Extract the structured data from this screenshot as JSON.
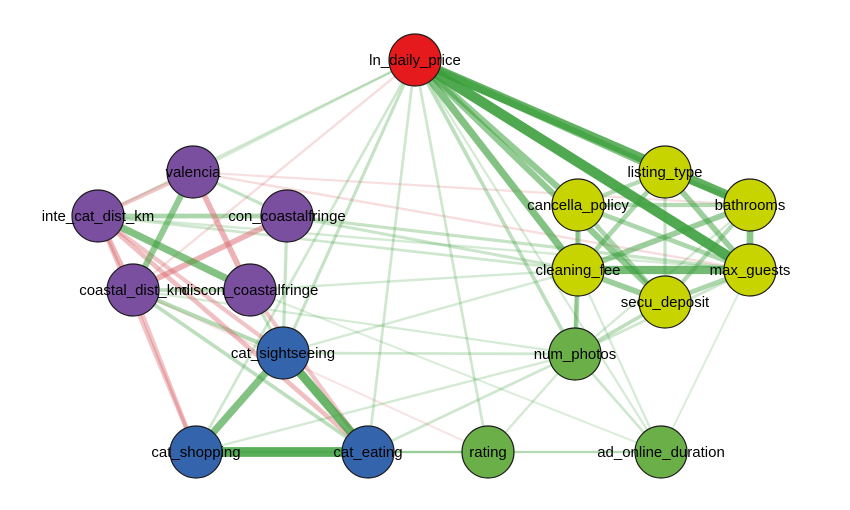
{
  "nodes": [
    {
      "id": "ln_daily_price",
      "label": "ln_daily_price",
      "group": "price"
    },
    {
      "id": "valencia",
      "label": "valencia",
      "group": "location"
    },
    {
      "id": "inte_cat_dist_km",
      "label": "inte_cat_dist_km",
      "group": "location"
    },
    {
      "id": "con_coastalfringe",
      "label": "con_coastalfringe",
      "group": "location"
    },
    {
      "id": "coastal_dist_km",
      "label": "coastal_dist_km",
      "group": "location"
    },
    {
      "id": "discon_coastalfringe",
      "label": "discon_coastalfringe",
      "group": "location"
    },
    {
      "id": "cat_sightseeing",
      "label": "cat_sightseeing",
      "group": "amenity"
    },
    {
      "id": "cat_shopping",
      "label": "cat_shopping",
      "group": "amenity"
    },
    {
      "id": "cat_eating",
      "label": "cat_eating",
      "group": "amenity"
    },
    {
      "id": "rating",
      "label": "rating",
      "group": "host"
    },
    {
      "id": "ad_online_duration",
      "label": "ad_online_duration",
      "group": "host"
    },
    {
      "id": "num_photos",
      "label": "num_photos",
      "group": "host"
    },
    {
      "id": "listing_type",
      "label": "listing_type",
      "group": "property"
    },
    {
      "id": "cancella_policy",
      "label": "cancella_policy",
      "group": "property"
    },
    {
      "id": "bathrooms",
      "label": "bathrooms",
      "group": "property"
    },
    {
      "id": "cleaning_fee",
      "label": "cleaning_fee",
      "group": "property"
    },
    {
      "id": "max_guests",
      "label": "max_guests",
      "group": "property"
    },
    {
      "id": "secu_deposit",
      "label": "secu_deposit",
      "group": "property"
    }
  ],
  "group_colors": {
    "price": "#e41a1c",
    "location": "#7b4fa0",
    "amenity": "#3465ac",
    "host": "#6aaf47",
    "property": "#c8d400"
  },
  "edge_colors": {
    "positive": "#3a9e3a",
    "negative": "#d9666b"
  },
  "edges": [
    {
      "source": "ln_daily_price",
      "target": "max_guests",
      "weight": 0.9,
      "sign": "positive"
    },
    {
      "source": "ln_daily_price",
      "target": "bathrooms",
      "weight": 0.8,
      "sign": "positive"
    },
    {
      "source": "ln_daily_price",
      "target": "listing_type",
      "weight": 0.6,
      "sign": "positive"
    },
    {
      "source": "ln_daily_price",
      "target": "cleaning_fee",
      "weight": 0.6,
      "sign": "positive"
    },
    {
      "source": "ln_daily_price",
      "target": "cancella_policy",
      "weight": 0.5,
      "sign": "positive"
    },
    {
      "source": "ln_daily_price",
      "target": "secu_deposit",
      "weight": 0.5,
      "sign": "positive"
    },
    {
      "source": "ln_daily_price",
      "target": "num_photos",
      "weight": 0.25,
      "sign": "positive"
    },
    {
      "source": "ln_daily_price",
      "target": "rating",
      "weight": 0.15,
      "sign": "positive"
    },
    {
      "source": "ln_daily_price",
      "target": "ad_online_duration",
      "weight": 0.1,
      "sign": "positive"
    },
    {
      "source": "ln_daily_price",
      "target": "cat_sightseeing",
      "weight": 0.2,
      "sign": "positive"
    },
    {
      "source": "ln_daily_price",
      "target": "cat_eating",
      "weight": 0.15,
      "sign": "positive"
    },
    {
      "source": "ln_daily_price",
      "target": "cat_shopping",
      "weight": 0.15,
      "sign": "positive"
    },
    {
      "source": "ln_daily_price",
      "target": "valencia",
      "weight": 0.12,
      "sign": "positive"
    },
    {
      "source": "ln_daily_price",
      "target": "inte_cat_dist_km",
      "weight": 0.1,
      "sign": "positive"
    },
    {
      "source": "ln_daily_price",
      "target": "coastal_dist_km",
      "weight": 0.12,
      "sign": "negative"
    },
    {
      "source": "max_guests",
      "target": "bathrooms",
      "weight": 0.55,
      "sign": "positive"
    },
    {
      "source": "max_guests",
      "target": "cleaning_fee",
      "weight": 0.7,
      "sign": "positive"
    },
    {
      "source": "max_guests",
      "target": "listing_type",
      "weight": 0.45,
      "sign": "positive"
    },
    {
      "source": "max_guests",
      "target": "secu_deposit",
      "weight": 0.35,
      "sign": "positive"
    },
    {
      "source": "max_guests",
      "target": "cancella_policy",
      "weight": 0.35,
      "sign": "positive"
    },
    {
      "source": "max_guests",
      "target": "num_photos",
      "weight": 0.15,
      "sign": "positive"
    },
    {
      "source": "bathrooms",
      "target": "listing_type",
      "weight": 0.4,
      "sign": "positive"
    },
    {
      "source": "bathrooms",
      "target": "cleaning_fee",
      "weight": 0.45,
      "sign": "positive"
    },
    {
      "source": "bathrooms",
      "target": "secu_deposit",
      "weight": 0.3,
      "sign": "positive"
    },
    {
      "source": "bathrooms",
      "target": "cancella_policy",
      "weight": 0.3,
      "sign": "positive"
    },
    {
      "source": "listing_type",
      "target": "cleaning_fee",
      "weight": 0.35,
      "sign": "positive"
    },
    {
      "source": "listing_type",
      "target": "cancella_policy",
      "weight": 0.3,
      "sign": "positive"
    },
    {
      "source": "listing_type",
      "target": "secu_deposit",
      "weight": 0.2,
      "sign": "positive"
    },
    {
      "source": "cancella_policy",
      "target": "cleaning_fee",
      "weight": 0.4,
      "sign": "positive"
    },
    {
      "source": "cancella_policy",
      "target": "secu_deposit",
      "weight": 0.35,
      "sign": "positive"
    },
    {
      "source": "cleaning_fee",
      "target": "secu_deposit",
      "weight": 0.45,
      "sign": "positive"
    },
    {
      "source": "cleaning_fee",
      "target": "num_photos",
      "weight": 0.35,
      "sign": "positive"
    },
    {
      "source": "secu_deposit",
      "target": "num_photos",
      "weight": 0.25,
      "sign": "positive"
    },
    {
      "source": "cancella_policy",
      "target": "num_photos",
      "weight": 0.2,
      "sign": "positive"
    },
    {
      "source": "num_photos",
      "target": "ad_online_duration",
      "weight": 0.15,
      "sign": "positive"
    },
    {
      "source": "num_photos",
      "target": "rating",
      "weight": 0.12,
      "sign": "positive"
    },
    {
      "source": "ad_online_duration",
      "target": "rating",
      "weight": 0.1,
      "sign": "positive"
    },
    {
      "source": "cleaning_fee",
      "target": "ad_online_duration",
      "weight": 0.1,
      "sign": "positive"
    },
    {
      "source": "valencia",
      "target": "coastal_dist_km",
      "weight": 0.5,
      "sign": "positive"
    },
    {
      "source": "valencia",
      "target": "discon_coastalfringe",
      "weight": 0.45,
      "sign": "negative"
    },
    {
      "source": "valencia",
      "target": "inte_cat_dist_km",
      "weight": 0.3,
      "sign": "negative"
    },
    {
      "source": "valencia",
      "target": "con_coastalfringe",
      "weight": 0.2,
      "sign": "positive"
    },
    {
      "source": "inte_cat_dist_km",
      "target": "discon_coastalfringe",
      "weight": 0.6,
      "sign": "positive"
    },
    {
      "source": "inte_cat_dist_km",
      "target": "con_coastalfringe",
      "weight": 0.35,
      "sign": "positive"
    },
    {
      "source": "inte_cat_dist_km",
      "target": "coastal_dist_km",
      "weight": 0.4,
      "sign": "negative"
    },
    {
      "source": "inte_cat_dist_km",
      "target": "cat_eating",
      "weight": 0.35,
      "sign": "negative"
    },
    {
      "source": "inte_cat_dist_km",
      "target": "cat_sightseeing",
      "weight": 0.3,
      "sign": "negative"
    },
    {
      "source": "inte_cat_dist_km",
      "target": "cat_shopping",
      "weight": 0.3,
      "sign": "negative"
    },
    {
      "source": "con_coastalfringe",
      "target": "coastal_dist_km",
      "weight": 0.45,
      "sign": "negative"
    },
    {
      "source": "con_coastalfringe",
      "target": "cat_sightseeing",
      "weight": 0.2,
      "sign": "positive"
    },
    {
      "source": "con_coastalfringe",
      "target": "max_guests",
      "weight": 0.2,
      "sign": "positive"
    },
    {
      "source": "con_coastalfringe",
      "target": "cleaning_fee",
      "weight": 0.18,
      "sign": "positive"
    },
    {
      "source": "coastal_dist_km",
      "target": "cat_sightseeing",
      "weight": 0.3,
      "sign": "positive"
    },
    {
      "source": "coastal_dist_km",
      "target": "cat_shopping",
      "weight": 0.3,
      "sign": "negative"
    },
    {
      "source": "coastal_dist_km",
      "target": "cat_eating",
      "weight": 0.25,
      "sign": "positive"
    },
    {
      "source": "coastal_dist_km",
      "target": "discon_coastalfringe",
      "weight": 0.25,
      "sign": "positive"
    },
    {
      "source": "discon_coastalfringe",
      "target": "cat_eating",
      "weight": 0.3,
      "sign": "negative"
    },
    {
      "source": "discon_coastalfringe",
      "target": "cat_sightseeing",
      "weight": 0.2,
      "sign": "positive"
    },
    {
      "source": "cat_sightseeing",
      "target": "cat_eating",
      "weight": 0.75,
      "sign": "positive"
    },
    {
      "source": "cat_sightseeing",
      "target": "cat_shopping",
      "weight": 0.6,
      "sign": "positive"
    },
    {
      "source": "cat_shopping",
      "target": "cat_eating",
      "weight": 0.85,
      "sign": "positive"
    },
    {
      "source": "cat_sightseeing",
      "target": "num_photos",
      "weight": 0.15,
      "sign": "positive"
    },
    {
      "source": "cat_sightseeing",
      "target": "cleaning_fee",
      "weight": 0.12,
      "sign": "positive"
    },
    {
      "source": "cat_eating",
      "target": "rating",
      "weight": 0.12,
      "sign": "positive"
    },
    {
      "source": "cat_eating",
      "target": "num_photos",
      "weight": 0.15,
      "sign": "positive"
    },
    {
      "source": "cat_shopping",
      "target": "rating",
      "weight": 0.1,
      "sign": "positive"
    },
    {
      "source": "cat_shopping",
      "target": "ad_online_duration",
      "weight": 0.1,
      "sign": "positive"
    },
    {
      "source": "valencia",
      "target": "max_guests",
      "weight": 0.12,
      "sign": "negative"
    },
    {
      "source": "valencia",
      "target": "bathrooms",
      "weight": 0.1,
      "sign": "negative"
    },
    {
      "source": "inte_cat_dist_km",
      "target": "cleaning_fee",
      "weight": 0.15,
      "sign": "positive"
    },
    {
      "source": "inte_cat_dist_km",
      "target": "max_guests",
      "weight": 0.12,
      "sign": "positive"
    },
    {
      "source": "discon_coastalfringe",
      "target": "cleaning_fee",
      "weight": 0.12,
      "sign": "positive"
    },
    {
      "source": "coastal_dist_km",
      "target": "num_photos",
      "weight": 0.1,
      "sign": "positive"
    },
    {
      "source": "coastal_dist_km",
      "target": "rating",
      "weight": 0.08,
      "sign": "negative"
    },
    {
      "source": "discon_coastalfringe",
      "target": "ad_online_duration",
      "weight": 0.08,
      "sign": "positive"
    },
    {
      "source": "max_guests",
      "target": "ad_online_duration",
      "weight": 0.08,
      "sign": "positive"
    },
    {
      "source": "bathrooms",
      "target": "num_photos",
      "weight": 0.12,
      "sign": "positive"
    },
    {
      "source": "num_photos",
      "target": "cat_shopping",
      "weight": 0.12,
      "sign": "positive"
    }
  ]
}
